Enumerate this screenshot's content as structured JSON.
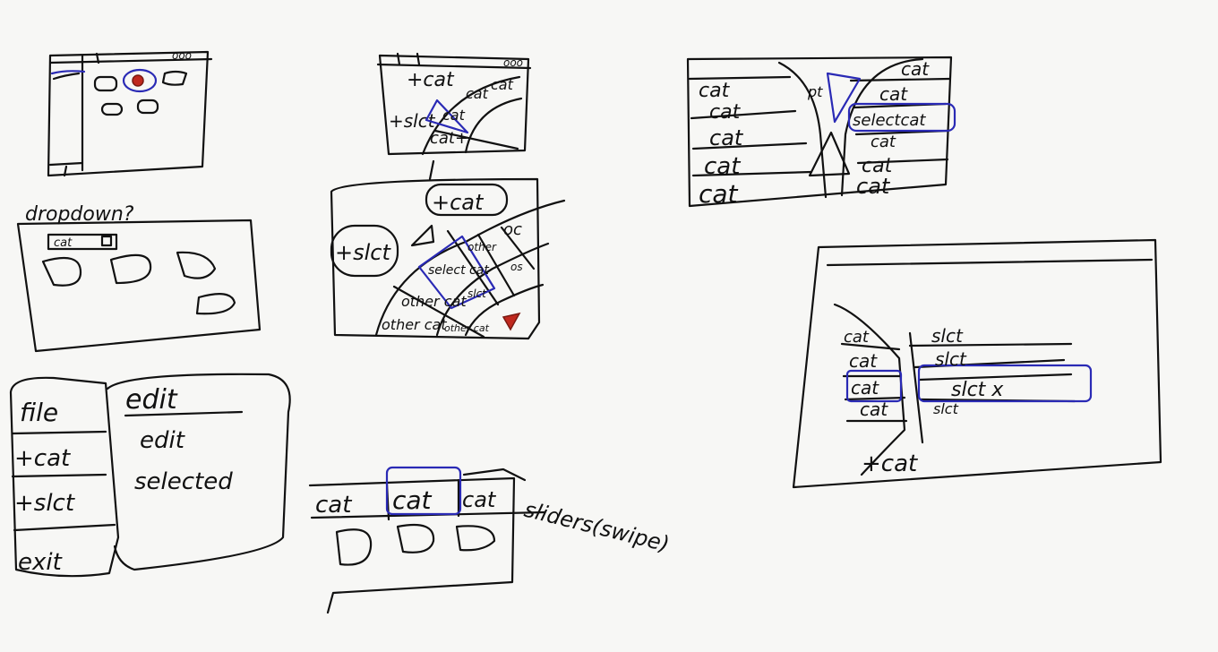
{
  "sketch1": {
    "dots": "ooo"
  },
  "sketch2": {
    "label": "dropdown?",
    "selected_item": "cat"
  },
  "sketch3": {
    "menu": {
      "items": [
        "file",
        "+cat",
        "+slct",
        "exit"
      ]
    },
    "submenu": {
      "items": [
        "edit",
        "edit",
        "selected"
      ]
    }
  },
  "sketch4": {
    "dots": "ooo",
    "items": [
      "+cat",
      "+slct",
      "cat",
      "cat",
      "cat",
      "cat+"
    ]
  },
  "sketch5": {
    "add_button": "+cat",
    "slct_button": "+slct",
    "labels": [
      "select cat",
      "other cat",
      "other cat",
      "other cat",
      "slct",
      "other",
      "oc",
      "os"
    ]
  },
  "sketch6": {
    "tabs": [
      "cat",
      "cat",
      "cat"
    ],
    "note": "sliders(swipe)"
  },
  "sketch7": {
    "left_items": [
      "cat",
      "cat",
      "cat",
      "cat",
      "cat"
    ],
    "middle_label": "pt",
    "right_items": [
      "cat",
      "cat",
      "selectcat",
      "cat",
      "cat",
      "cat"
    ]
  },
  "sketch8": {
    "cat_items": [
      "cat",
      "cat",
      "cat",
      "cat"
    ],
    "add_label": "+cat",
    "slct_items": [
      "slct",
      "slct",
      "slct x",
      "slct"
    ]
  }
}
